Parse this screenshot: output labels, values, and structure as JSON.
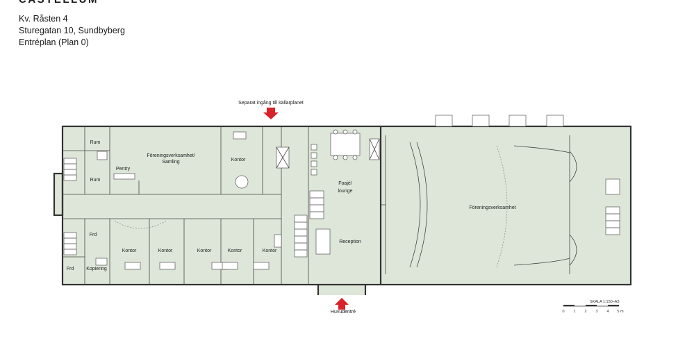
{
  "brand": "CASTELLUM",
  "header": {
    "line1": "Kv. Råsten 4",
    "line2": "Sturegatan 10, Sundbyberg",
    "line3": "Entréplan (Plan 0)"
  },
  "annotations": {
    "separate_entrance": "Separat ingång till källarplanet",
    "main_entrance": "Huvudentré"
  },
  "rooms": {
    "rum_1": "Rum",
    "rum_2": "Rum",
    "pentry": "Pentry",
    "foreningsverksamhet_samling_1": "Föreningsverksamhet/",
    "foreningsverksamhet_samling_2": "Samling",
    "kontor_top": "Kontor",
    "foaje_1": "Foajé/",
    "foaje_2": "lounge",
    "foreningsverksamhet_large": "Föreningsverksamhet",
    "frd_1": "Frd",
    "frd_2": "Frd",
    "kopiering": "Kopiering",
    "kontor_1": "Kontor",
    "kontor_2": "Kontor",
    "kontor_3": "Kontor",
    "kontor_4": "Kontor",
    "kontor_5": "Kontor",
    "reception": "Reception"
  },
  "scale": {
    "label": "SKALA 1:150–A3",
    "ticks": [
      "0",
      "1",
      "2",
      "3",
      "4",
      "5 m"
    ]
  },
  "colors": {
    "room_fill": "#dde6d8",
    "wall": "#333333",
    "arrow": "#d9232a"
  }
}
